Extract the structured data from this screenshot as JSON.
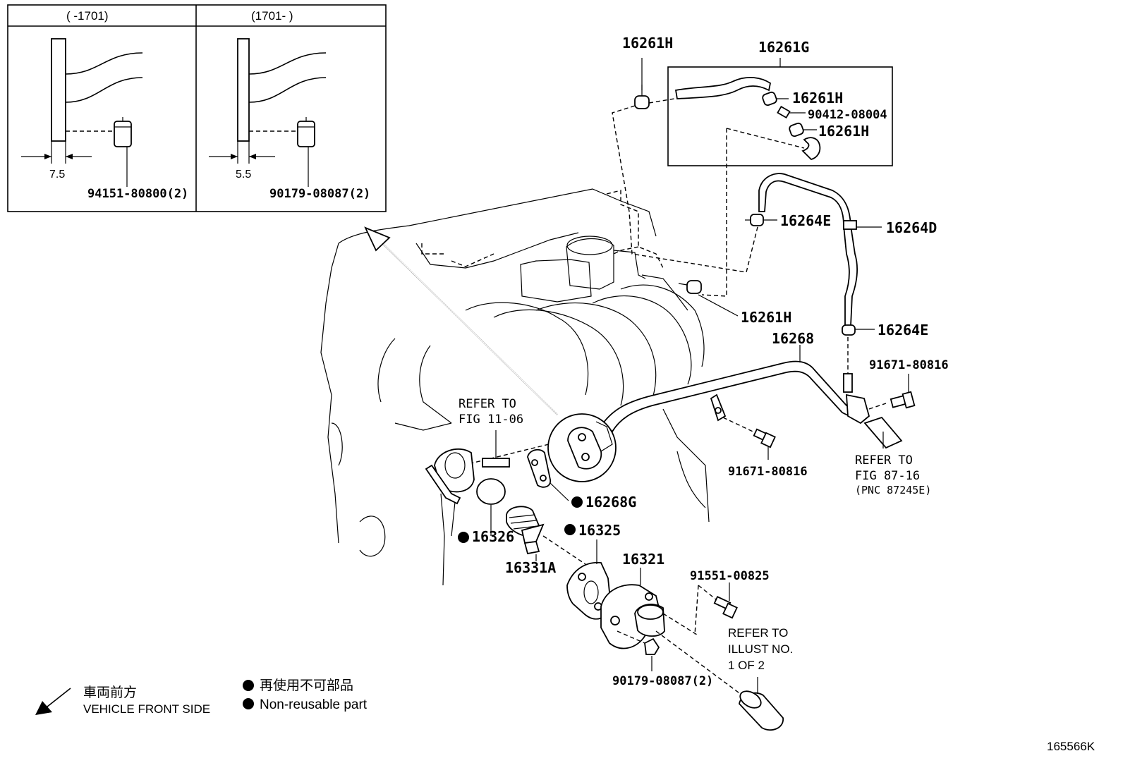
{
  "inset": {
    "left": {
      "header": "(     -1701)",
      "dimension": "7.5",
      "part": "94151-80800(2)"
    },
    "right": {
      "header": "(1701-     )",
      "dimension": "5.5",
      "part": "90179-08087(2)"
    }
  },
  "parts": {
    "p16261H_top": "16261H",
    "p16261G": "16261G",
    "p16261H_a": "16261H",
    "p90412": "90412-08004",
    "p16261H_b": "16261H",
    "p16264E_top": "16264E",
    "p16264D": "16264D",
    "p16261H_low": "16261H",
    "p16264E_low": "16264E",
    "p16268": "16268",
    "p91671_right": "91671-80816",
    "p91671_mid": "91671-80816",
    "p16268G": "16268G",
    "p16326": "16326",
    "p16325": "16325",
    "p16331A": "16331A",
    "p16321": "16321",
    "p91551": "91551-00825",
    "p90179_bottom": "90179-08087(2)"
  },
  "references": {
    "fig1106": [
      "REFER TO",
      "FIG 11-06"
    ],
    "fig8716": [
      "REFER TO",
      "FIG 87-16",
      "(PNC 87245E)"
    ],
    "illust": [
      "REFER TO",
      "ILLUST NO.",
      "1 OF 2"
    ]
  },
  "legend": {
    "front_jp": "車両前方",
    "front_en": "VEHICLE FRONT SIDE",
    "nonreuse_jp": "再使用不可部品",
    "nonreuse_en": "Non-reusable part"
  },
  "diagram_id": "165566K"
}
